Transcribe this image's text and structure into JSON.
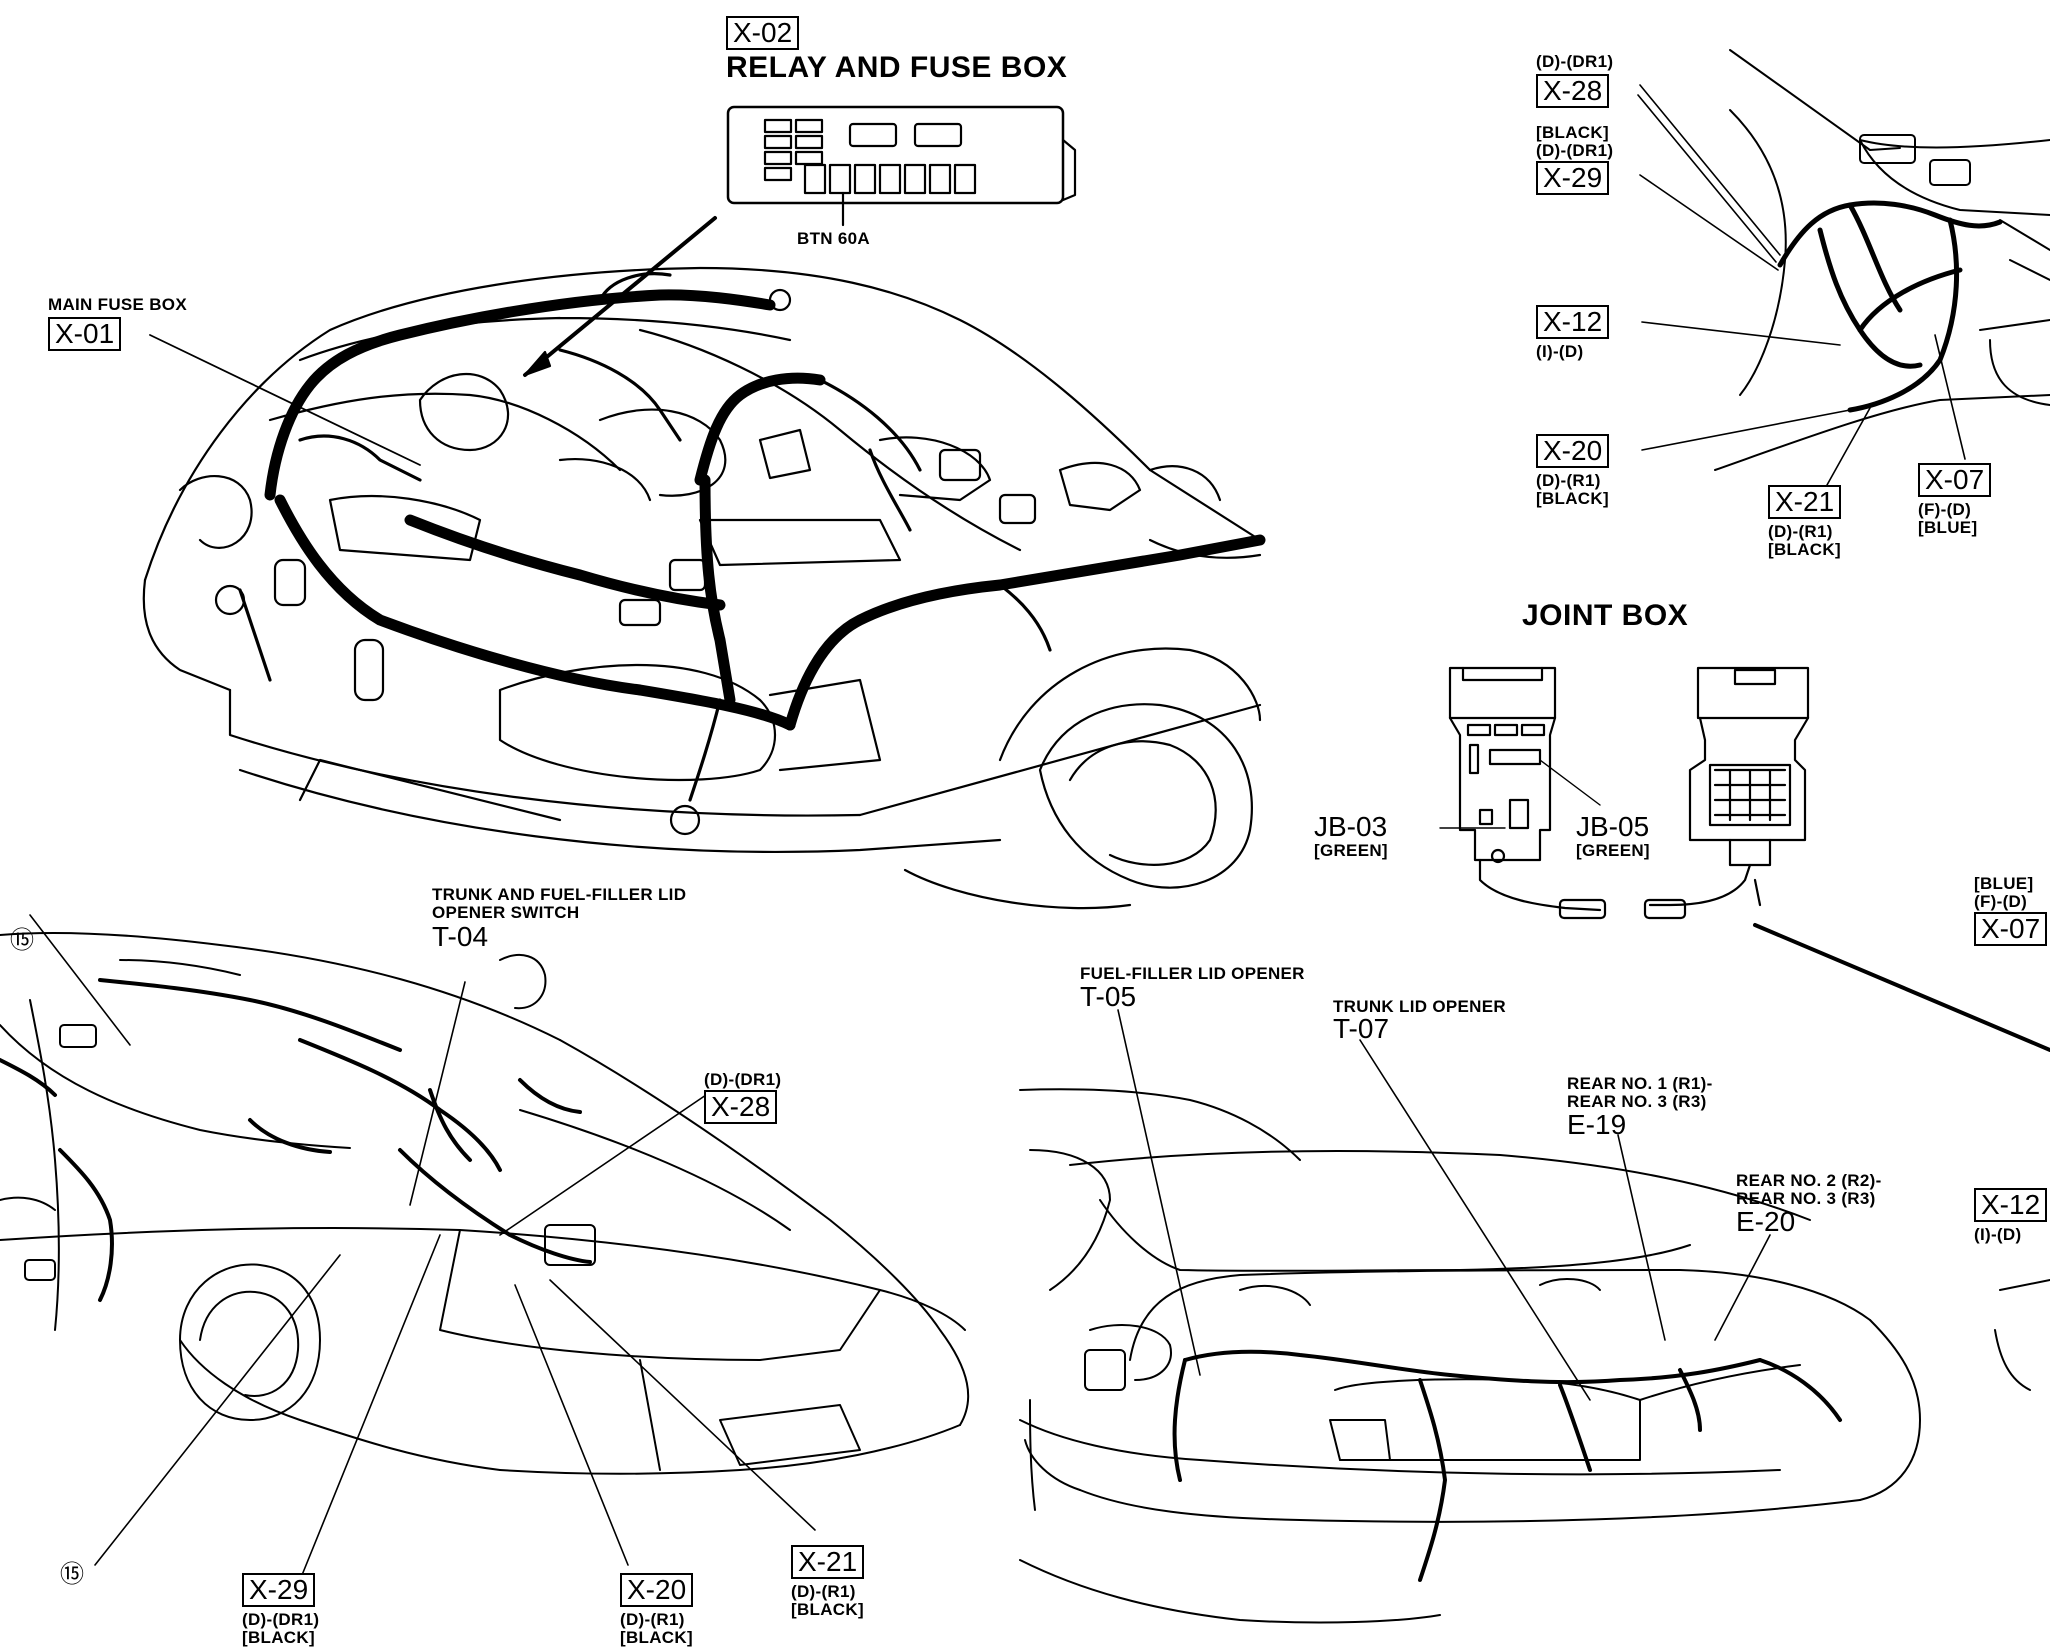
{
  "top_left": {
    "relay_code": "X-02",
    "relay_title": "RELAY AND FUSE BOX",
    "btn_label": "BTN 60A",
    "main_fuse_label": "MAIN FUSE BOX",
    "main_fuse_code": "X-01"
  },
  "top_right": {
    "x28_cond": "(D)-(DR1)",
    "x28_code": "X-28",
    "x29_color": "[BLACK]",
    "x29_cond": "(D)-(DR1)",
    "x29_code": "X-29",
    "x12_code": "X-12",
    "x12_cond": "(I)-(D)",
    "x20_code": "X-20",
    "x20_cond": "(D)-(R1)",
    "x20_color": "[BLACK]",
    "x21_code": "X-21",
    "x21_cond": "(D)-(R1)",
    "x21_color": "[BLACK]",
    "x07_code": "X-07",
    "x07_cond": "(F)-(D)",
    "x07_color": "[BLUE]"
  },
  "joint_box": {
    "title": "JOINT BOX",
    "jb03_code": "JB-03",
    "jb03_color": "[GREEN]",
    "jb05_code": "JB-05",
    "jb05_color": "[GREEN]"
  },
  "right_edge": {
    "x07_color": "[BLUE]",
    "x07_cond": "(F)-(D)",
    "x07_code": "X-07",
    "x12_code": "X-12",
    "x12_cond": "(I)-(D)"
  },
  "bottom_left": {
    "circle_15_a": "⑮",
    "circle_15_b": "⑮",
    "t04_line1": "TRUNK AND FUEL-FILLER LID",
    "t04_line2": "OPENER SWITCH",
    "t04_code": "T-04",
    "x28_cond": "(D)-(DR1)",
    "x28_code": "X-28",
    "x29_code": "X-29",
    "x29_cond": "(D)-(DR1)",
    "x29_color": "[BLACK]",
    "x20_code": "X-20",
    "x20_cond": "(D)-(R1)",
    "x20_color": "[BLACK]",
    "x21_code": "X-21",
    "x21_cond": "(D)-(R1)",
    "x21_color": "[BLACK]"
  },
  "bottom_right": {
    "t05_label": "FUEL-FILLER LID OPENER",
    "t05_code": "T-05",
    "t07_label": "TRUNK LID OPENER",
    "t07_code": "T-07",
    "e19_line1": "REAR NO. 1 (R1)-",
    "e19_line2": "REAR NO. 3 (R3)",
    "e19_code": "E-19",
    "e20_line1": "REAR NO. 2 (R2)-",
    "e20_line2": "REAR NO. 3 (R3)",
    "e20_code": "E-20"
  }
}
